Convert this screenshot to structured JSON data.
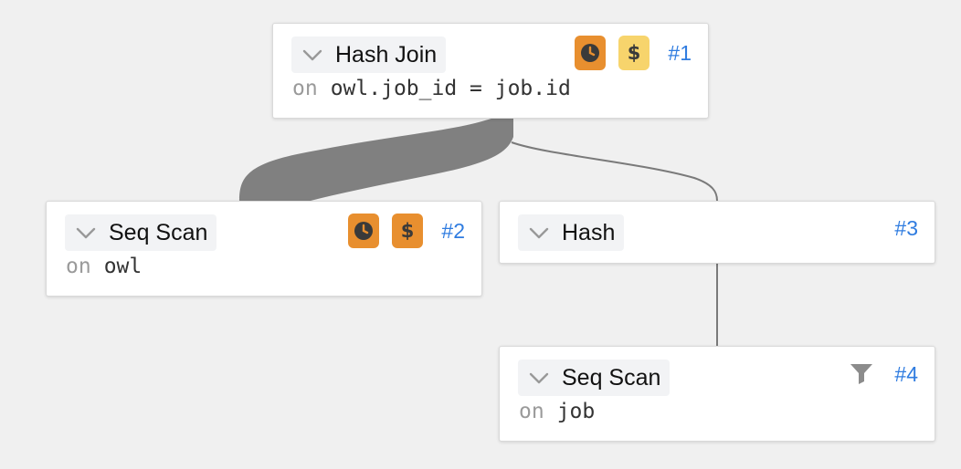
{
  "colors": {
    "time_high": "#e88f2f",
    "cost_high": "#e88f2f",
    "cost_medium": "#f7d46c",
    "id_link": "#2f7ce0",
    "edge": "#7a7a7a"
  },
  "nodes": {
    "hash_join": {
      "type": "Hash Join",
      "keyword": "on",
      "detail": "owl.job_id = job.id",
      "id": "#1",
      "badges": [
        {
          "icon": "clock-icon",
          "color": "#e88f2f"
        },
        {
          "icon": "dollar-icon",
          "color": "#f7d46c"
        }
      ]
    },
    "seq_scan_owl": {
      "type": "Seq Scan",
      "keyword": "on",
      "detail": "owl",
      "id": "#2",
      "badges": [
        {
          "icon": "clock-icon",
          "color": "#e88f2f"
        },
        {
          "icon": "dollar-icon",
          "color": "#e88f2f"
        }
      ]
    },
    "hash": {
      "type": "Hash",
      "id": "#3"
    },
    "seq_scan_job": {
      "type": "Seq Scan",
      "keyword": "on",
      "detail": "job",
      "id": "#4",
      "badges": [
        {
          "icon": "filter-icon"
        }
      ]
    }
  }
}
